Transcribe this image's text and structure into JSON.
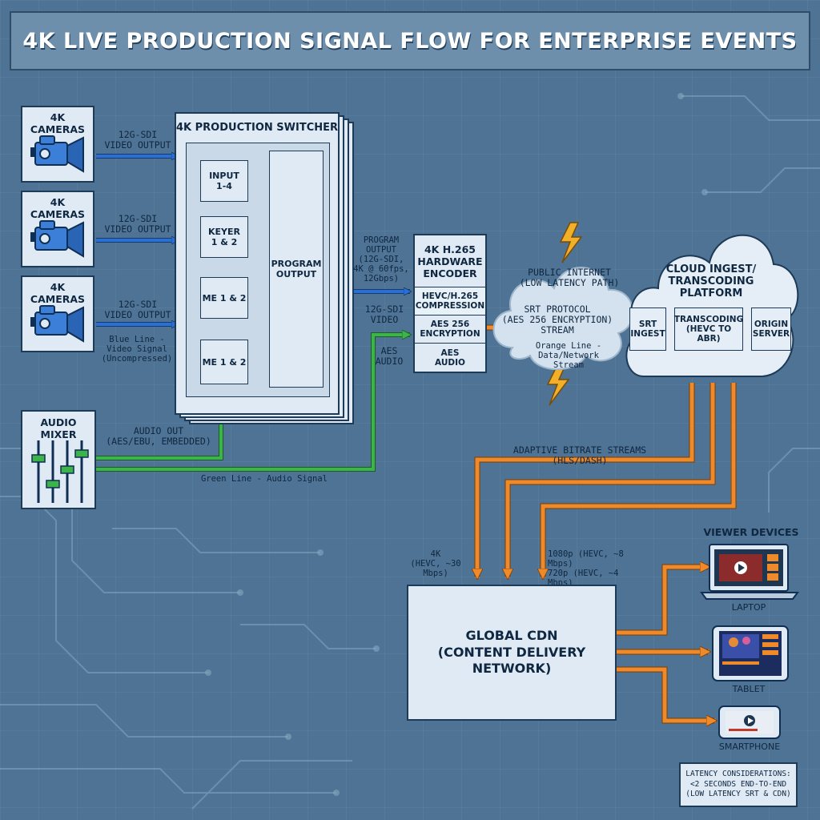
{
  "title": "4K LIVE PRODUCTION SIGNAL FLOW FOR ENTERPRISE EVENTS",
  "cameras": [
    {
      "label": "4K CAMERAS",
      "output": "12G-SDI\nVIDEO OUTPUT"
    },
    {
      "label": "4K CAMERAS",
      "output": "12G-SDI\nVIDEO OUTPUT"
    },
    {
      "label": "4K CAMERAS",
      "output": "12G-SDI\nVIDEO OUTPUT"
    }
  ],
  "legend": {
    "blue": "Blue Line -\nVideo Signal\n(Uncompressed)",
    "green": "Green Line - Audio Signal",
    "orange": "Orange Line -\nData/Network Stream"
  },
  "switcher": {
    "title": "4K PRODUCTION SWITCHER",
    "inputs": [
      "INPUT\n1-4",
      "KEYER\n1 & 2",
      "ME 1 & 2",
      "ME 1 & 2"
    ],
    "program": "PROGRAM\nOUTPUT"
  },
  "audio_mixer": {
    "label": "AUDIO MIXER",
    "out": "AUDIO OUT\n(AES/EBU, EMBEDDED)"
  },
  "program_output": "PROGRAM\nOUTPUT\n(12G-SDI,\n4K @ 60fps,\n12Gbps)",
  "sdi_video": "12G-SDI\nVIDEO",
  "aes_audio": "AES\nAUDIO",
  "encoder": {
    "title": "4K H.265\nHARDWARE\nENCODER",
    "sections": [
      "HEVC/H.265\nCOMPRESSION",
      "AES 256\nENCRYPTION",
      "AES\nAUDIO"
    ]
  },
  "internet": {
    "label": "PUBLIC INTERNET\n(LOW LATENCY PATH)",
    "protocol": "SRT PROTOCOL\n(AES 256 ENCRYPTION) STREAM"
  },
  "cloud": {
    "title": "CLOUD INGEST/\nTRANSCODING\nPLATFORM",
    "boxes": [
      "SRT\nINGEST",
      "TRANSCODING\n(HEVC TO ABR)",
      "ORIGIN\nSERVER"
    ]
  },
  "abr_label": "ADAPTIVE BITRATE STREAMS (HLS/DASH)",
  "stream_4k": "4K\n(HEVC, ~30 Mbps)",
  "stream_hd": "1080p (HEVC, ~8 Mbps)\n720p (HEVC, ~4 Mbps)",
  "cdn": "GLOBAL CDN\n(CONTENT DELIVERY NETWORK)",
  "devices": {
    "title": "VIEWER DEVICES",
    "items": [
      "LAPTOP",
      "TABLET",
      "SMARTPHONE"
    ]
  },
  "latency": "LATENCY CONSIDERATIONS:\n<2 SECONDS END-TO-END\n(LOW LATENCY SRT & CDN)",
  "colors": {
    "video": "#2a6fd6",
    "audio": "#3cb44a",
    "data": "#ef8a2a",
    "box": "#dfeaf5",
    "border": "#1d3a56"
  }
}
